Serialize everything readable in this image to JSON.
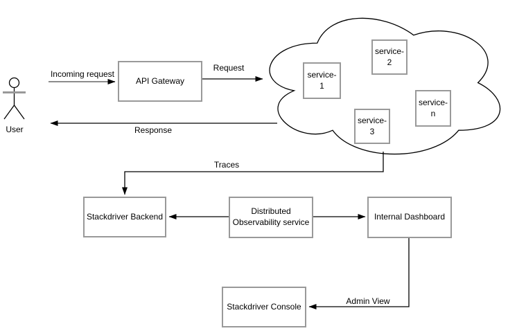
{
  "colors": {
    "background": "#ffffff",
    "box_border": "#999999",
    "arrow_line": "#000000",
    "incoming_request_line": "#8c8c8c",
    "actor_arms": "#999999",
    "text": "#000000"
  },
  "actor": {
    "label": "User"
  },
  "nodes": {
    "api_gateway": {
      "label": "API Gateway"
    },
    "service_1": {
      "label": "service-\n1"
    },
    "service_2": {
      "label": "service-\n2"
    },
    "service_3": {
      "label": "service-\n3"
    },
    "service_n": {
      "label": "service-\nn"
    },
    "stackdriver_backend": {
      "label": "Stackdriver Backend"
    },
    "distributed_observability": {
      "label": "Distributed\nObservability service"
    },
    "internal_dashboard": {
      "label": "Internal Dashboard"
    },
    "stackdriver_console": {
      "label": "Stackdriver Console"
    }
  },
  "edge_labels": {
    "incoming_request": "Incoming request",
    "request": "Request",
    "response": "Response",
    "traces": "Traces",
    "admin_view": "Admin View"
  }
}
